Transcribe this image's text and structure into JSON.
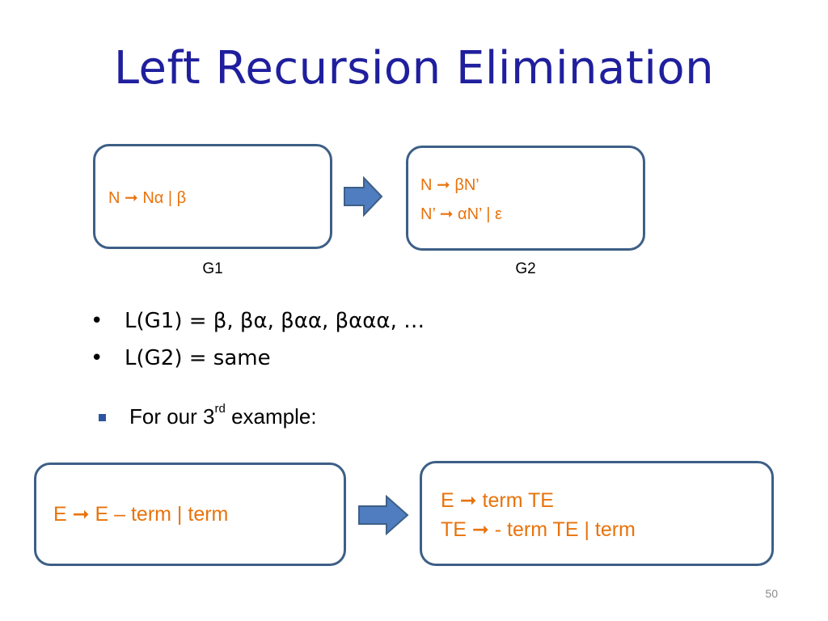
{
  "title": "Left Recursion Elimination",
  "top_example": {
    "g1_rule": "N ➞ Nα | β",
    "g2_rule_1": "N ➞ βN’",
    "g2_rule_2": "N’ ➞ αN’ | ε",
    "g1_caption": "G1",
    "g2_caption": "G2"
  },
  "bullets": [
    "L(G1) = β, βα, βαα, βααα, …",
    "L(G2) = same"
  ],
  "sub_bullet": {
    "prefix": "For our 3",
    "superscript": "rd",
    "suffix": " example:"
  },
  "bottom_example": {
    "left_rule": "E ➞ E – term | term",
    "right_rule_1": "E ➞ term TE",
    "right_rule_2": "TE ➞ - term TE | term"
  },
  "page_number": "50",
  "colors": {
    "title": "#1f1f9e",
    "rule_text": "#e8730c",
    "box_border": "#3d5f86",
    "arrow_fill": "#4f7dc0",
    "bullet_square": "#2e55a0"
  }
}
